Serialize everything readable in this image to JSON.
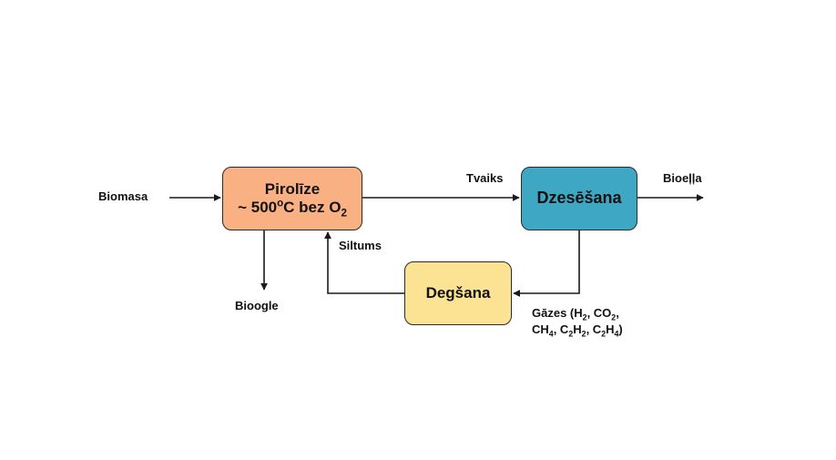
{
  "boxes": {
    "pyrolysis": {
      "title": "Pirolīze",
      "condition_prefix": "~ 500",
      "condition_sup": "o",
      "condition_mid": "C bez O",
      "condition_sub": "2",
      "color": "#F9B183"
    },
    "condensation": {
      "title": "Dzesēšana",
      "color": "#3EA7C4"
    },
    "combustion": {
      "title": "Degšana",
      "color": "#FCE293"
    }
  },
  "labels": {
    "biomass": "Biomasa",
    "vapor": "Tvaiks",
    "bio_oil": "Bioeļļa",
    "heat": "Siltums",
    "biochar": "Bioogle",
    "gases": {
      "prefix": "Gāzes (H",
      "h2_sub": "2",
      "co2_pre": ", CO",
      "co2_sub": "2",
      "co2_post": ",",
      "ch4_pre": "CH",
      "ch4_sub": "4",
      "c2h2_pre": ", C",
      "c2h2_sub1": "2",
      "c2h2_mid": "H",
      "c2h2_sub2": "2",
      "c2h4_pre": ", C",
      "c2h4_sub1": "2",
      "c2h4_mid": "H",
      "c2h4_sub2": "4",
      "suffix": ")"
    }
  },
  "colors": {
    "line": "#1a1a1a"
  }
}
